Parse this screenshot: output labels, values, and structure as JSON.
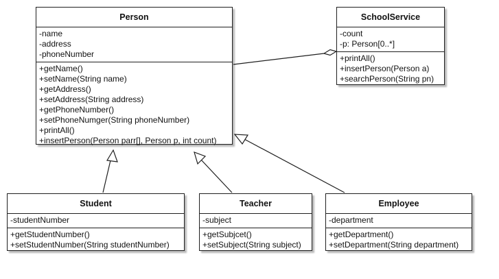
{
  "classes": {
    "person": {
      "name": "Person",
      "attributes": [
        "-name",
        "-address",
        "-phoneNumber"
      ],
      "methods": [
        "+getName()",
        "+setName(String name)",
        "+getAddress()",
        "+setAddress(String address)",
        "+getPhoneNumber()",
        "+setPhoneNumger(String phoneNumber)",
        "+printAll()",
        "+insertPerson(Person parr[], Person p, int count)"
      ]
    },
    "school": {
      "name": "SchoolService",
      "attributes": [
        "-count",
        "-p: Person[0..*]"
      ],
      "methods": [
        "+printAll()",
        "+insertPerson(Person a)",
        "+searchPerson(String pn)"
      ]
    },
    "student": {
      "name": "Student",
      "attributes": [
        "-studentNumber"
      ],
      "methods": [
        "+getStudentNumber()",
        "+setStudentNumber(String studentNumber)"
      ]
    },
    "teacher": {
      "name": "Teacher",
      "attributes": [
        "-subject"
      ],
      "methods": [
        "+getSubjcet()",
        "+setSubject(String subject)"
      ]
    },
    "employee": {
      "name": "Employee",
      "attributes": [
        "-department"
      ],
      "methods": [
        "+getDepartment()",
        "+setDepartment(String department)"
      ]
    }
  },
  "relationships": [
    {
      "type": "aggregation",
      "whole": "SchoolService",
      "part": "Person"
    },
    {
      "type": "generalization",
      "child": "Student",
      "parent": "Person"
    },
    {
      "type": "generalization",
      "child": "Teacher",
      "parent": "Person"
    },
    {
      "type": "generalization",
      "child": "Employee",
      "parent": "Person"
    }
  ],
  "colors": {
    "line": "#1e1e1e",
    "background": "#ffffff"
  }
}
